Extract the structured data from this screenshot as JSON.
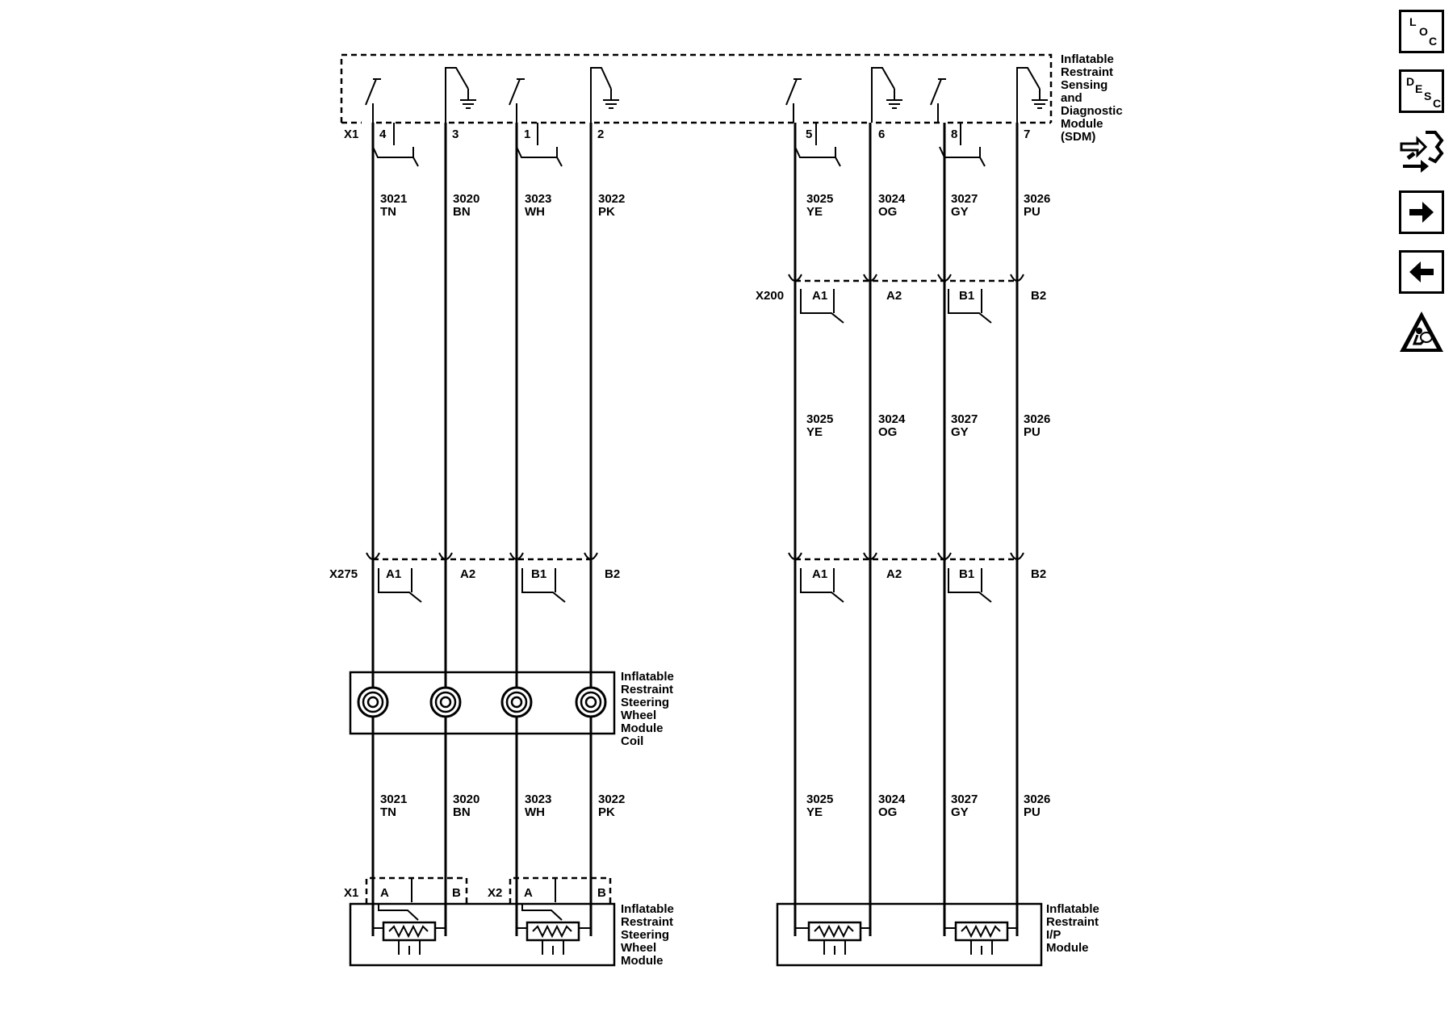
{
  "sdm": {
    "label_lines": [
      "Inflatable",
      "Restraint",
      "Sensing",
      "and",
      "Diagnostic",
      "Module",
      "(SDM)"
    ],
    "connector": "X1",
    "pins": [
      "4",
      "3",
      "1",
      "2",
      "5",
      "6",
      "8",
      "7"
    ]
  },
  "circuits": [
    {
      "number": "3021",
      "color": "TN"
    },
    {
      "number": "3020",
      "color": "BN"
    },
    {
      "number": "3023",
      "color": "WH"
    },
    {
      "number": "3022",
      "color": "PK"
    },
    {
      "number": "3025",
      "color": "YE"
    },
    {
      "number": "3024",
      "color": "OG"
    },
    {
      "number": "3027",
      "color": "GY"
    },
    {
      "number": "3026",
      "color": "PU"
    }
  ],
  "x200": {
    "label": "X200",
    "pins": [
      "A1",
      "A2",
      "B1",
      "B2"
    ]
  },
  "x275": {
    "label": "X275",
    "pins": [
      "A1",
      "A2",
      "B1",
      "B2"
    ]
  },
  "lower_inline": {
    "pins": [
      "A1",
      "A2",
      "B1",
      "B2"
    ]
  },
  "coil": {
    "label_lines": [
      "Inflatable",
      "Restraint",
      "Steering",
      "Wheel",
      "Module",
      "Coil"
    ]
  },
  "sw_module": {
    "label_lines": [
      "Inflatable",
      "Restraint",
      "Steering",
      "Wheel",
      "Module"
    ],
    "conn1": {
      "label": "X1",
      "pin_a": "A",
      "pin_b": "B"
    },
    "conn2": {
      "label": "X2",
      "pin_a": "A",
      "pin_b": "B"
    }
  },
  "ip_module": {
    "label_lines": [
      "Inflatable",
      "Restraint",
      "I/P",
      "Module"
    ]
  },
  "nav": {
    "loc": {
      "l1": "L",
      "l2": "O",
      "l3": "C"
    },
    "desc": {
      "l1": "D",
      "l2": "E",
      "l3": "S",
      "l4": "C"
    },
    "icons": [
      "connector-tools-icon",
      "arrow-right-icon",
      "arrow-left-icon",
      "airbag-warning-icon"
    ]
  }
}
